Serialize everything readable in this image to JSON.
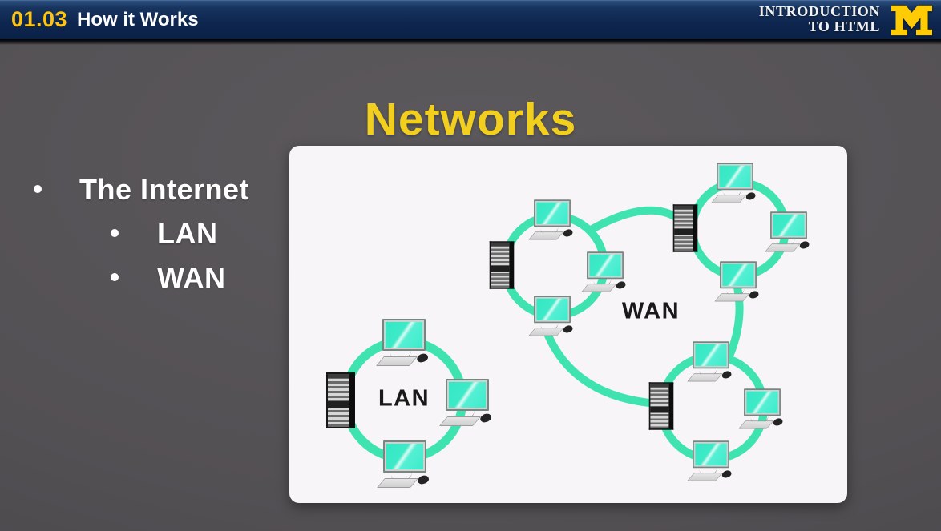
{
  "header": {
    "lesson_number": "01.03",
    "lesson_title": "How it Works",
    "course_line1": "INTRODUCTION",
    "course_line2": "TO HTML",
    "logo_name": "university-of-michigan-block-m",
    "colors": {
      "bar": "#0e2750",
      "maize": "#ffcb05"
    }
  },
  "slide": {
    "title": "Networks",
    "title_color": "#f2cf1d",
    "bullets": [
      {
        "level": 1,
        "label": "The Internet"
      },
      {
        "level": 2,
        "label": "LAN"
      },
      {
        "level": 2,
        "label": "WAN"
      }
    ]
  },
  "diagram": {
    "type": "network-topology",
    "labels": {
      "lan": "LAN",
      "wan": "WAN"
    },
    "colors": {
      "ring": "#3ee3b0",
      "screen": "#3eeccb",
      "panel_bg": "#f7f5f7"
    },
    "networks": [
      {
        "id": "lan-ring",
        "label": "LAN",
        "computers": 3,
        "servers": 1,
        "connected_to": []
      },
      {
        "id": "wan-ring-left",
        "label": "",
        "computers": 3,
        "servers": 1,
        "connected_to": [
          "wan-ring-top-right",
          "wan-ring-bottom-right"
        ]
      },
      {
        "id": "wan-ring-top-right",
        "label": "",
        "computers": 3,
        "servers": 1,
        "connected_to": [
          "wan-ring-left",
          "wan-ring-bottom-right"
        ]
      },
      {
        "id": "wan-ring-bottom-right",
        "label": "",
        "computers": 3,
        "servers": 1,
        "connected_to": [
          "wan-ring-left",
          "wan-ring-top-right"
        ]
      }
    ]
  }
}
